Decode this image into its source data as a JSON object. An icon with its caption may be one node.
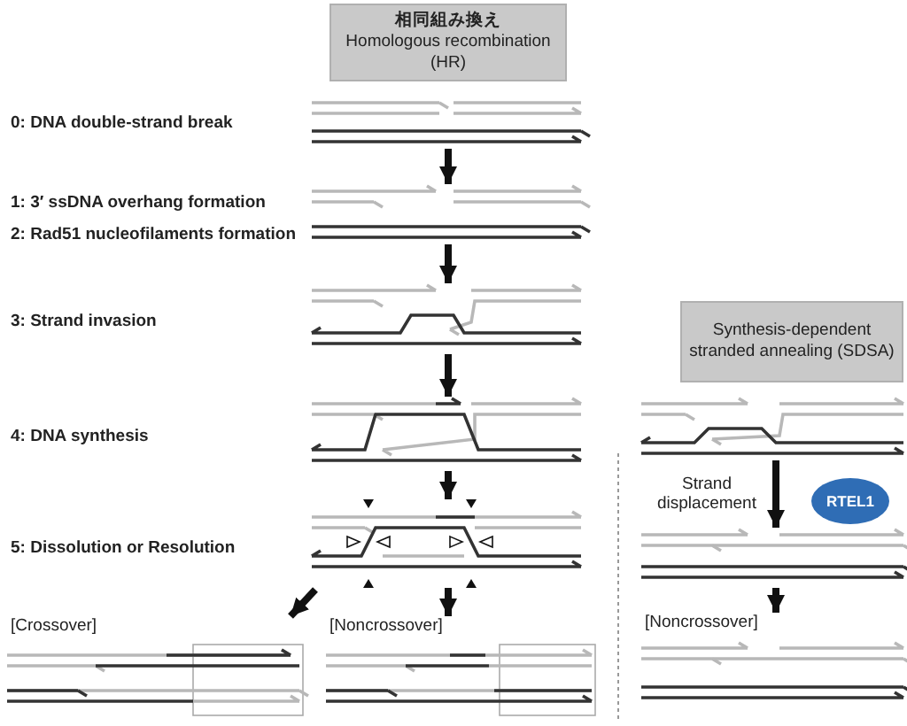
{
  "diagram": {
    "nodes": [
      {
        "text": [
          "相同組み換え",
          "Homologous recombination (HR)"
        ]
      },
      {
        "text": [],
        "shape": "picture"
      },
      {
        "text": [],
        "shape": "picture"
      },
      {
        "text": [],
        "shape": "picture"
      },
      {
        "text": [],
        "shape": "picture"
      },
      {
        "text": [],
        "shape": "picture"
      },
      {
        "text": [
          "[Crossover]"
        ]
      },
      {
        "text": [
          "[Noncrossover]"
        ]
      },
      {
        "text": [
          "Synthesis-dependent stranded annealing (SDSA)"
        ]
      },
      {
        "text": [],
        "shape": "picture"
      },
      {
        "text": [],
        "shape": "picture"
      },
      {
        "text": [
          "[Noncrossover]"
        ]
      },
      {
        "text": [
          "RTEL1"
        ]
      }
    ],
    "edges": [
      {
        "from": 1,
        "to": 2,
        "arrow": "to"
      },
      {
        "from": 2,
        "to": 3,
        "arrow": "to"
      },
      {
        "from": 3,
        "to": 4,
        "arrow": "to"
      },
      {
        "from": 4,
        "to": 5,
        "arrow": "to"
      },
      {
        "from": 5,
        "to": 6,
        "arrow": "to"
      },
      {
        "from": 5,
        "to": 7,
        "arrow": "to"
      },
      {
        "from": 9,
        "to": 10,
        "arrow": "to",
        "label": "Strand displacement"
      },
      {
        "from": 10,
        "to": 11,
        "arrow": "to"
      }
    ],
    "labels": [
      "0: DNA double-strand break",
      "1: 3′ ssDNA overhang formation",
      "2: Rad51 nucleofilaments formation",
      "3: Strand invasion",
      "4: DNA synthesis",
      "5: Dissolution or Resolution"
    ]
  }
}
